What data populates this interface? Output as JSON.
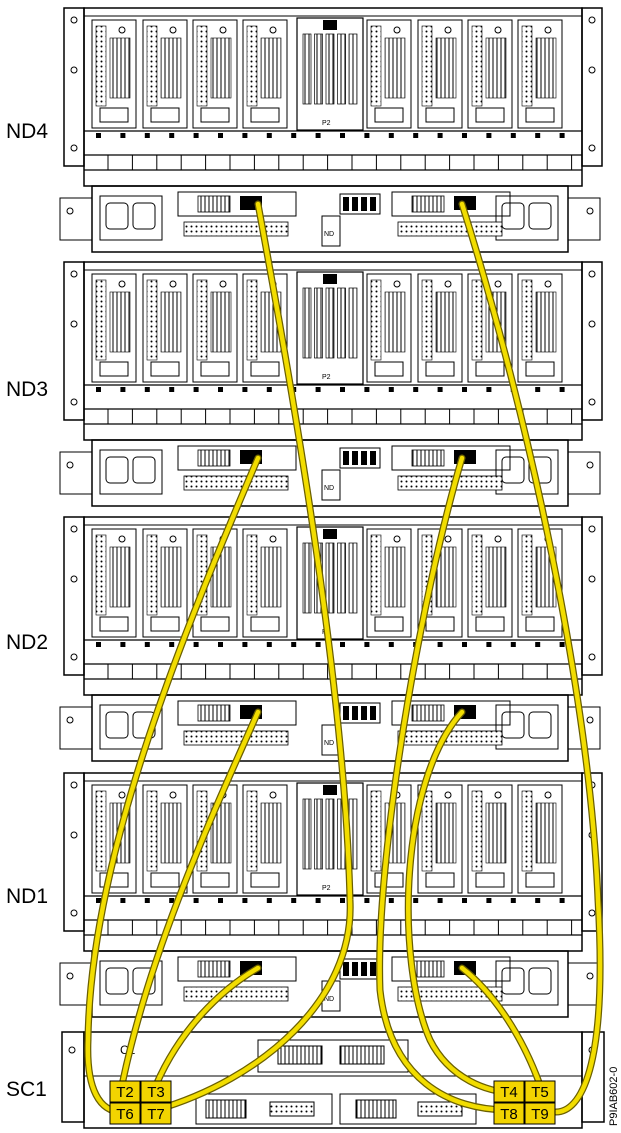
{
  "nodes": [
    {
      "id": "ND4",
      "label": "ND4"
    },
    {
      "id": "ND3",
      "label": "ND3"
    },
    {
      "id": "ND2",
      "label": "ND2"
    },
    {
      "id": "ND1",
      "label": "ND1"
    }
  ],
  "controller": {
    "id": "SC1",
    "label": "SC1",
    "small_label": "C1"
  },
  "ports": [
    "T2",
    "T3",
    "T4",
    "T5",
    "T6",
    "T7",
    "T8",
    "T9"
  ],
  "node_markings": {
    "slot_label": "P2",
    "nd_label": "ND",
    "c_label": "C"
  },
  "figure_id": "P9IAB602-0",
  "colors": {
    "cable": "#f2dd00",
    "cable_edge": "#6b6000",
    "port_fill": "#f2d400",
    "line": "#000000"
  },
  "cables": [
    {
      "node": "ND4",
      "side": "left",
      "port": "T7"
    },
    {
      "node": "ND4",
      "side": "right",
      "port": "T9"
    },
    {
      "node": "ND3",
      "side": "left",
      "port": "T6"
    },
    {
      "node": "ND3",
      "side": "right",
      "port": "T8"
    },
    {
      "node": "ND2",
      "side": "left",
      "port": "T2"
    },
    {
      "node": "ND2",
      "side": "right",
      "port": "T4"
    },
    {
      "node": "ND1",
      "side": "left",
      "port": "T3"
    },
    {
      "node": "ND1",
      "side": "right",
      "port": "T5"
    }
  ]
}
